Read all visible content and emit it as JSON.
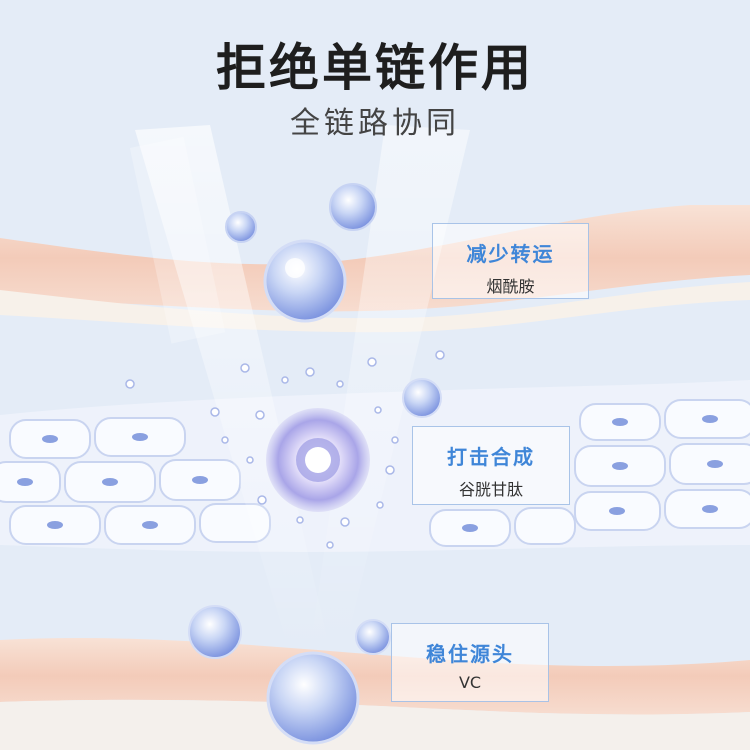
{
  "header": {
    "title": "拒绝单链作用",
    "subtitle": "全链路协同"
  },
  "labels": [
    {
      "heading": "减少转运",
      "ingredient": "烟酰胺"
    },
    {
      "heading": "打击合成",
      "ingredient": "谷胱甘肽"
    },
    {
      "heading": "稳住源头",
      "ingredient": "VC"
    }
  ],
  "colors": {
    "background": "#e4ecf7",
    "skin_layer": "#f6d4c4",
    "cell_layer": "#eef2fb",
    "accent_blue": "#3f86d8",
    "title_text": "#1e1e1e"
  }
}
